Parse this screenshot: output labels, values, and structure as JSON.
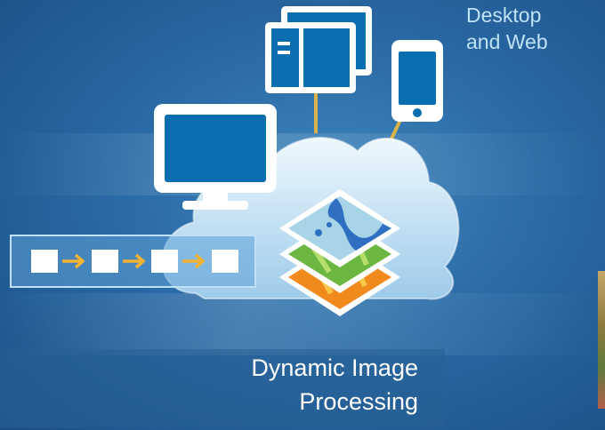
{
  "labels": {
    "desktop_line1": "Desktop",
    "desktop_line2": "and Web",
    "caption_line1": "Dynamic Image",
    "caption_line2": "Processing"
  },
  "icons": {
    "desktop": "desktop-monitor-icon",
    "web_windows": "browser-windows-icon",
    "mobile": "smartphone-icon",
    "cloud": "cloud-icon",
    "layers": "raster-layers-icon",
    "pipeline": "processing-chain-icon"
  },
  "colors": {
    "icon_blue": "#0a6fb0",
    "connector": "#d9b24a",
    "arrow": "#f2b233",
    "cloud_light": "#eaf5fc",
    "cloud_dark": "#a9d2ef",
    "layer_water": "#2f6fc2",
    "layer_land": "#a8d4e8",
    "layer_green": "#6cb742",
    "layer_orange": "#f08a1d"
  }
}
